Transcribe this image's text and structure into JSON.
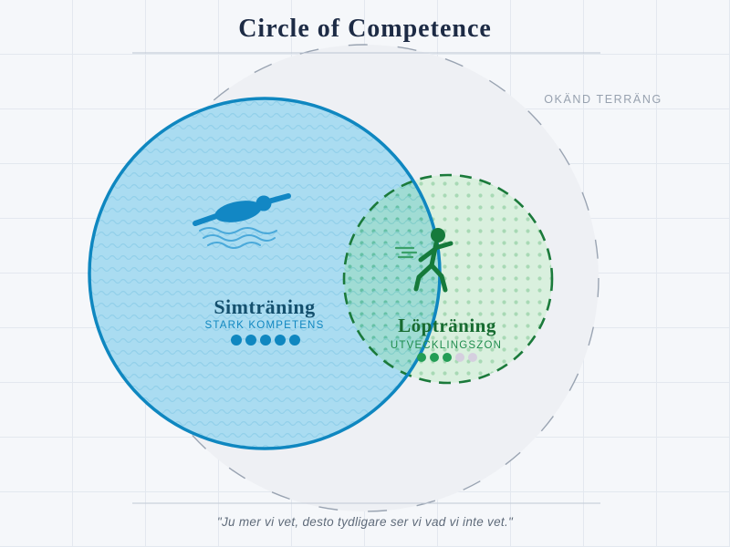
{
  "title": "Circle of Competence",
  "outer_zone_label": "OKÄND TERRÄNG",
  "zones": {
    "competence": {
      "name": "Simträning",
      "subtitle": "STARK KOMPETENS",
      "dots_filled": 5,
      "dots_total": 5,
      "icon": "swimmer-icon",
      "border_color": "#0f87c0",
      "fill_color": "#aadcf1",
      "text_color": "#14506e"
    },
    "development": {
      "name": "Löpträning",
      "subtitle": "UTVECKLINGSZON",
      "dots_filled": 3,
      "dots_total": 5,
      "icon": "runner-icon",
      "border_color": "#1b7a3b",
      "fill_color": "#d9f0de",
      "text_color": "#176b30"
    }
  },
  "quote": "\"Ju mer vi vet, desto tydligare ser vi vad vi inte vet.\"",
  "colors": {
    "background": "#f5f7fa",
    "grid_line": "#e3e8ef",
    "outer_circle_fill": "#eef0f4",
    "outer_circle_dash": "#9aa4b2",
    "outer_label_text": "#97a1af",
    "overlap_fill": "#a0dcd4",
    "competence_dot": "#0f87c0",
    "development_dot": "#239d55",
    "dot_empty": "#d5cfdf",
    "quote_text": "#5f6b7a",
    "title_text": "#1d2b45"
  }
}
